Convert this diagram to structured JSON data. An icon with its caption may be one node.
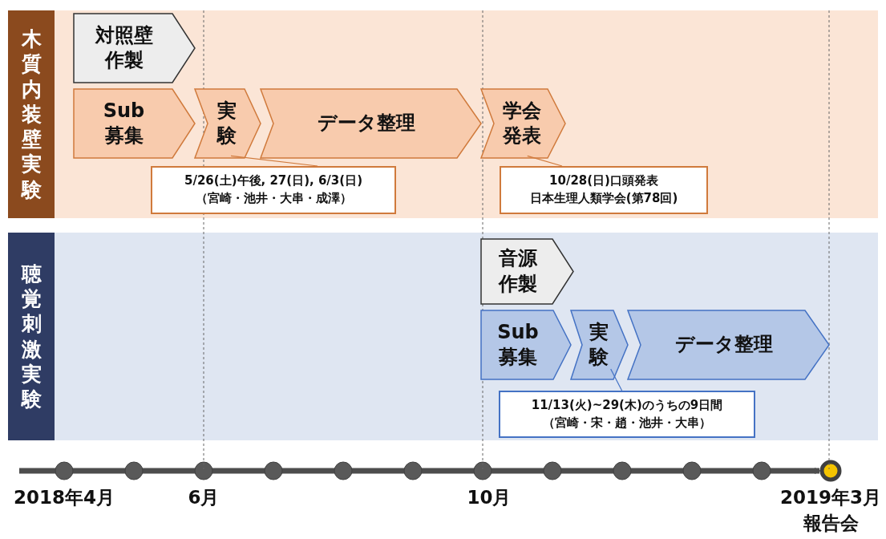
{
  "diagram": {
    "nodes": [
      {
        "text": [
          "木質内装壁実験"
        ]
      },
      {
        "text": [
          "対照壁作製"
        ],
        "in": 0
      },
      {
        "text": [
          "Sub 募集"
        ],
        "in": 0
      },
      {
        "text": [
          "実験"
        ],
        "in": 0
      },
      {
        "text": [
          "データ整理"
        ],
        "in": 0
      },
      {
        "text": [
          "学会発表"
        ],
        "in": 0
      },
      {
        "text": [
          "5/26(土)午後, 27(日), 6/3(日)",
          "（宮崎・池井・大串・成澤）"
        ],
        "in": 0
      },
      {
        "text": [
          "10/28(日)口頭発表",
          "日本生理人類学会(第78回)"
        ],
        "in": 0
      },
      {
        "text": [
          "聴覚刺激実験"
        ]
      },
      {
        "text": [
          "音源作製"
        ],
        "in": 8
      },
      {
        "text": [
          "Sub 募集"
        ],
        "in": 8
      },
      {
        "text": [
          "実験"
        ],
        "in": 8
      },
      {
        "text": [
          "データ整理"
        ],
        "in": 8
      },
      {
        "text": [
          "11/13(火)~29(木)のうちの9日間",
          "（宮崎・宋・趙・池井・大串）"
        ],
        "in": 8
      }
    ],
    "edges": [
      {
        "from": 6,
        "to": 3,
        "arrow": "none"
      },
      {
        "from": 7,
        "to": 5,
        "arrow": "none"
      },
      {
        "from": 13,
        "to": 11,
        "arrow": "none",
        "color": "#4472c4"
      }
    ],
    "labels": [
      "2018年4月",
      "6月",
      "10月",
      "2019年3月",
      "報告会"
    ]
  }
}
